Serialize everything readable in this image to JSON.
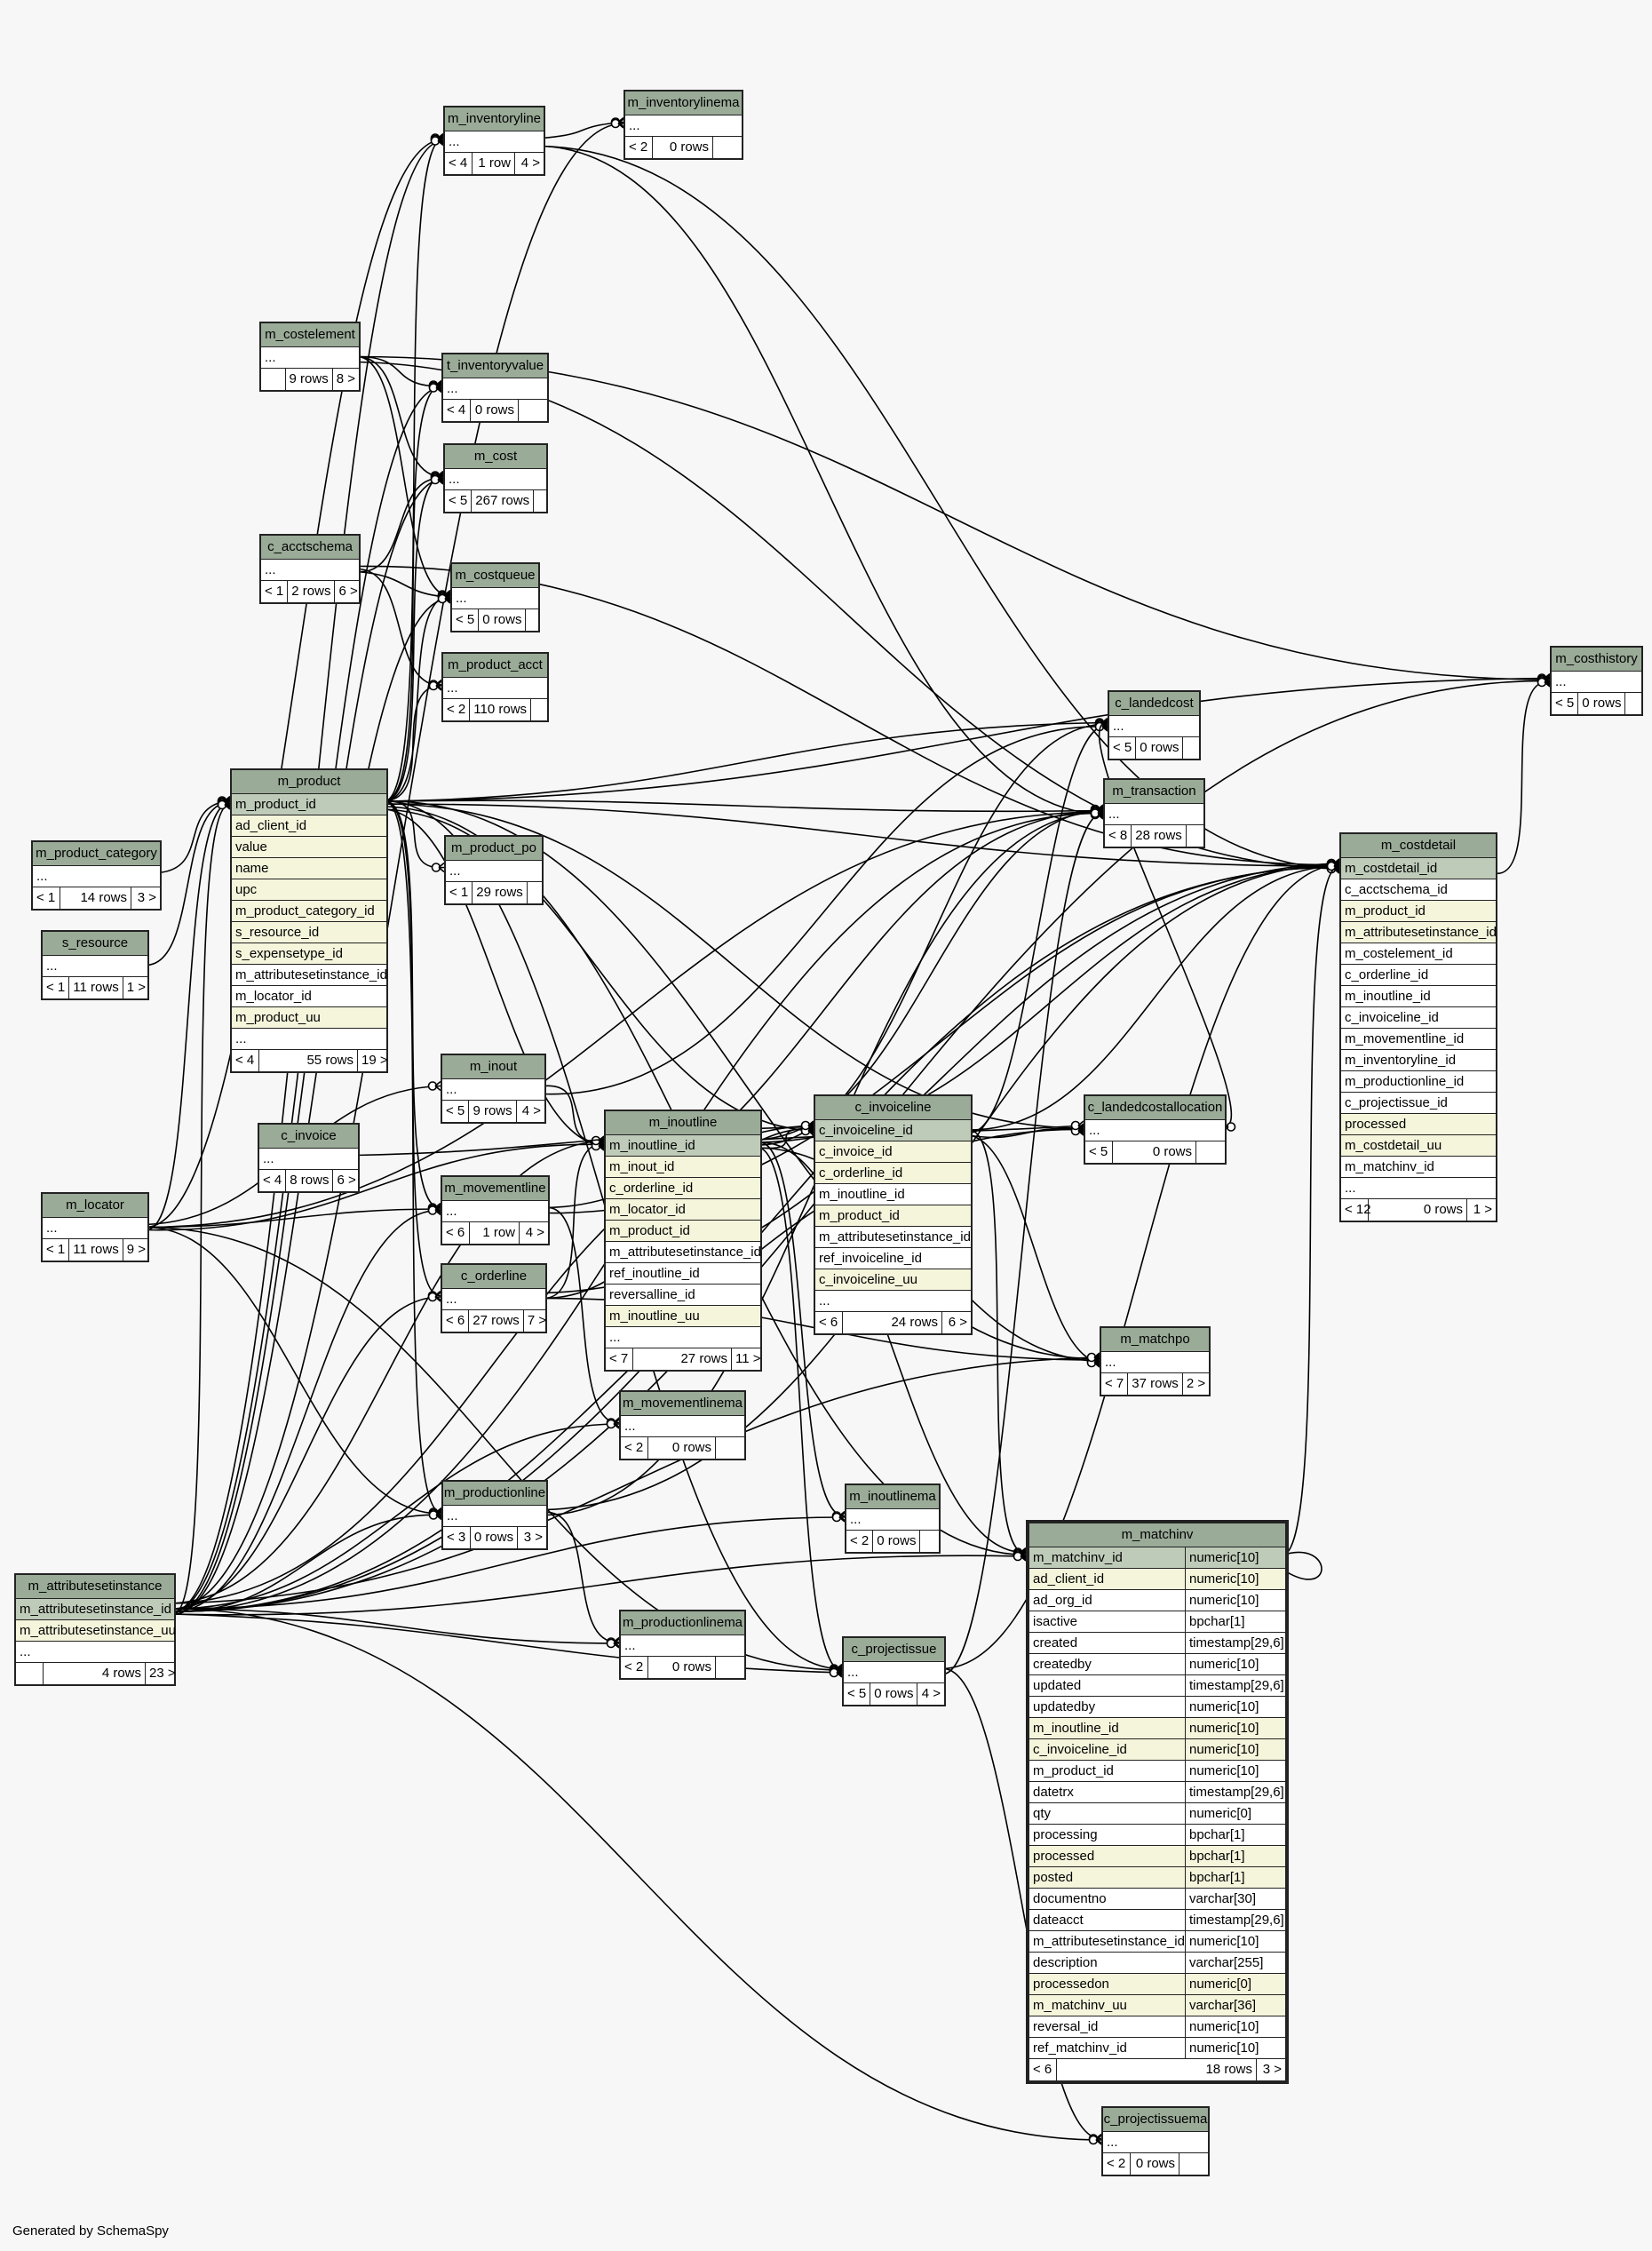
{
  "footer_text": "Generated by SchemaSpy",
  "line_color": "#000000",
  "colors": {
    "header": "#9aab98",
    "primary_key": "#bfcbb9",
    "indexed": "#f5f5dc",
    "background": "#f7f7f7"
  },
  "tables": [
    {
      "id": "m_inventoryline",
      "name": "m_inventoryline",
      "columns": [
        {
          "n": "...",
          "k": ""
        }
      ],
      "prev": "< 4",
      "rows": "1 row",
      "next": "4 >"
    },
    {
      "id": "m_inventorylinema",
      "name": "m_inventorylinema",
      "columns": [
        {
          "n": "...",
          "k": ""
        }
      ],
      "prev": "< 2",
      "rows": "0 rows",
      "next": ""
    },
    {
      "id": "m_costelement",
      "name": "m_costelement",
      "columns": [
        {
          "n": "...",
          "k": ""
        }
      ],
      "prev": "",
      "rows": "9 rows",
      "next": "8 >"
    },
    {
      "id": "t_inventoryvalue",
      "name": "t_inventoryvalue",
      "columns": [
        {
          "n": "...",
          "k": ""
        }
      ],
      "prev": "< 4",
      "rows": "0 rows",
      "next": ""
    },
    {
      "id": "m_cost",
      "name": "m_cost",
      "columns": [
        {
          "n": "...",
          "k": ""
        }
      ],
      "prev": "< 5",
      "rows": "267 rows",
      "next": ""
    },
    {
      "id": "c_acctschema",
      "name": "c_acctschema",
      "columns": [
        {
          "n": "...",
          "k": ""
        }
      ],
      "prev": "< 1",
      "rows": "2 rows",
      "next": "6 >"
    },
    {
      "id": "m_costqueue",
      "name": "m_costqueue",
      "columns": [
        {
          "n": "...",
          "k": ""
        }
      ],
      "prev": "< 5",
      "rows": "0 rows",
      "next": ""
    },
    {
      "id": "m_product_acct",
      "name": "m_product_acct",
      "columns": [
        {
          "n": "...",
          "k": ""
        }
      ],
      "prev": "< 2",
      "rows": "110 rows",
      "next": ""
    },
    {
      "id": "m_costhistory",
      "name": "m_costhistory",
      "columns": [
        {
          "n": "...",
          "k": ""
        }
      ],
      "prev": "< 5",
      "rows": "0 rows",
      "next": ""
    },
    {
      "id": "c_landedcost",
      "name": "c_landedcost",
      "columns": [
        {
          "n": "...",
          "k": ""
        }
      ],
      "prev": "< 5",
      "rows": "0 rows",
      "next": ""
    },
    {
      "id": "m_product",
      "name": "m_product",
      "columns": [
        {
          "n": "m_product_id",
          "k": "pk"
        },
        {
          "n": "ad_client_id",
          "k": "ix"
        },
        {
          "n": "value",
          "k": "ix"
        },
        {
          "n": "name",
          "k": "ix"
        },
        {
          "n": "upc",
          "k": "ix"
        },
        {
          "n": "m_product_category_id",
          "k": "ix"
        },
        {
          "n": "s_resource_id",
          "k": "ix"
        },
        {
          "n": "s_expensetype_id",
          "k": "ix"
        },
        {
          "n": "m_attributesetinstance_id",
          "k": ""
        },
        {
          "n": "m_locator_id",
          "k": ""
        },
        {
          "n": "m_product_uu",
          "k": "ix"
        },
        {
          "n": "...",
          "k": ""
        }
      ],
      "prev": "< 4",
      "rows": "55 rows",
      "next": "19 >"
    },
    {
      "id": "m_transaction",
      "name": "m_transaction",
      "columns": [
        {
          "n": "...",
          "k": ""
        }
      ],
      "prev": "< 8",
      "rows": "28 rows",
      "next": ""
    },
    {
      "id": "m_product_category",
      "name": "m_product_category",
      "columns": [
        {
          "n": "...",
          "k": ""
        }
      ],
      "prev": "< 1",
      "rows": "14 rows",
      "next": "3 >"
    },
    {
      "id": "m_product_po",
      "name": "m_product_po",
      "columns": [
        {
          "n": "...",
          "k": ""
        }
      ],
      "prev": "< 1",
      "rows": "29 rows",
      "next": ""
    },
    {
      "id": "m_costdetail",
      "name": "m_costdetail",
      "columns": [
        {
          "n": "m_costdetail_id",
          "k": "pk"
        },
        {
          "n": "c_acctschema_id",
          "k": ""
        },
        {
          "n": "m_product_id",
          "k": "ix"
        },
        {
          "n": "m_attributesetinstance_id",
          "k": "ix"
        },
        {
          "n": "m_costelement_id",
          "k": ""
        },
        {
          "n": "c_orderline_id",
          "k": ""
        },
        {
          "n": "m_inoutline_id",
          "k": ""
        },
        {
          "n": "c_invoiceline_id",
          "k": ""
        },
        {
          "n": "m_movementline_id",
          "k": ""
        },
        {
          "n": "m_inventoryline_id",
          "k": ""
        },
        {
          "n": "m_productionline_id",
          "k": ""
        },
        {
          "n": "c_projectissue_id",
          "k": ""
        },
        {
          "n": "processed",
          "k": "ix"
        },
        {
          "n": "m_costdetail_uu",
          "k": "ix"
        },
        {
          "n": "m_matchinv_id",
          "k": ""
        },
        {
          "n": "...",
          "k": ""
        }
      ],
      "prev": "< 12",
      "rows": "0 rows",
      "next": "1 >"
    },
    {
      "id": "s_resource",
      "name": "s_resource",
      "columns": [
        {
          "n": "...",
          "k": ""
        }
      ],
      "prev": "< 1",
      "rows": "11 rows",
      "next": "1 >"
    },
    {
      "id": "m_inout",
      "name": "m_inout",
      "columns": [
        {
          "n": "...",
          "k": ""
        }
      ],
      "prev": "< 5",
      "rows": "9 rows",
      "next": "4 >"
    },
    {
      "id": "m_inoutline",
      "name": "m_inoutline",
      "columns": [
        {
          "n": "m_inoutline_id",
          "k": "pk"
        },
        {
          "n": "m_inout_id",
          "k": "ix"
        },
        {
          "n": "c_orderline_id",
          "k": "ix"
        },
        {
          "n": "m_locator_id",
          "k": "ix"
        },
        {
          "n": "m_product_id",
          "k": "ix"
        },
        {
          "n": "m_attributesetinstance_id",
          "k": ""
        },
        {
          "n": "ref_inoutline_id",
          "k": ""
        },
        {
          "n": "reversalline_id",
          "k": ""
        },
        {
          "n": "m_inoutline_uu",
          "k": "ix"
        },
        {
          "n": "...",
          "k": ""
        }
      ],
      "prev": "< 7",
      "rows": "27 rows",
      "next": "11 >"
    },
    {
      "id": "c_invoiceline",
      "name": "c_invoiceline",
      "columns": [
        {
          "n": "c_invoiceline_id",
          "k": "pk"
        },
        {
          "n": "c_invoice_id",
          "k": "ix"
        },
        {
          "n": "c_orderline_id",
          "k": "ix"
        },
        {
          "n": "m_inoutline_id",
          "k": ""
        },
        {
          "n": "m_product_id",
          "k": "ix"
        },
        {
          "n": "m_attributesetinstance_id",
          "k": ""
        },
        {
          "n": "ref_invoiceline_id",
          "k": ""
        },
        {
          "n": "c_invoiceline_uu",
          "k": "ix"
        },
        {
          "n": "...",
          "k": ""
        }
      ],
      "prev": "< 6",
      "rows": "24 rows",
      "next": "6 >"
    },
    {
      "id": "c_landedcostallocation",
      "name": "c_landedcostallocation",
      "columns": [
        {
          "n": "...",
          "k": ""
        }
      ],
      "prev": "< 5",
      "rows": "0 rows",
      "next": ""
    },
    {
      "id": "c_invoice",
      "name": "c_invoice",
      "columns": [
        {
          "n": "...",
          "k": ""
        }
      ],
      "prev": "< 4",
      "rows": "8 rows",
      "next": "6 >"
    },
    {
      "id": "m_locator",
      "name": "m_locator",
      "columns": [
        {
          "n": "...",
          "k": ""
        }
      ],
      "prev": "< 1",
      "rows": "11 rows",
      "next": "9 >"
    },
    {
      "id": "m_movementline",
      "name": "m_movementline",
      "columns": [
        {
          "n": "...",
          "k": ""
        }
      ],
      "prev": "< 6",
      "rows": "1 row",
      "next": "4 >"
    },
    {
      "id": "c_orderline",
      "name": "c_orderline",
      "columns": [
        {
          "n": "...",
          "k": ""
        }
      ],
      "prev": "< 6",
      "rows": "27 rows",
      "next": "7 >"
    },
    {
      "id": "m_matchpo",
      "name": "m_matchpo",
      "columns": [
        {
          "n": "...",
          "k": ""
        }
      ],
      "prev": "< 7",
      "rows": "37 rows",
      "next": "2 >"
    },
    {
      "id": "m_movementlinema",
      "name": "m_movementlinema",
      "columns": [
        {
          "n": "...",
          "k": ""
        }
      ],
      "prev": "< 2",
      "rows": "0 rows",
      "next": ""
    },
    {
      "id": "m_inoutlinema",
      "name": "m_inoutlinema",
      "columns": [
        {
          "n": "...",
          "k": ""
        }
      ],
      "prev": "< 2",
      "rows": "0 rows",
      "next": ""
    },
    {
      "id": "m_productionline",
      "name": "m_productionline",
      "columns": [
        {
          "n": "...",
          "k": ""
        }
      ],
      "prev": "< 3",
      "rows": "0 rows",
      "next": "3 >"
    },
    {
      "id": "m_attributesetinstance",
      "name": "m_attributesetinstance",
      "columns": [
        {
          "n": "m_attributesetinstance_id",
          "k": "pk"
        },
        {
          "n": "m_attributesetinstance_uu",
          "k": "ix"
        },
        {
          "n": "...",
          "k": ""
        }
      ],
      "prev": "",
      "rows": "4 rows",
      "next": "23 >"
    },
    {
      "id": "m_productionlinema",
      "name": "m_productionlinema",
      "columns": [
        {
          "n": "...",
          "k": ""
        }
      ],
      "prev": "< 2",
      "rows": "0 rows",
      "next": ""
    },
    {
      "id": "c_projectissue",
      "name": "c_projectissue",
      "columns": [
        {
          "n": "...",
          "k": ""
        }
      ],
      "prev": "< 5",
      "rows": "0 rows",
      "next": "4 >"
    },
    {
      "id": "m_matchinv",
      "name": "m_matchinv",
      "columns": [
        {
          "n": "m_matchinv_id",
          "t": "numeric[10]",
          "k": "pk"
        },
        {
          "n": "ad_client_id",
          "t": "numeric[10]",
          "k": "ix"
        },
        {
          "n": "ad_org_id",
          "t": "numeric[10]",
          "k": ""
        },
        {
          "n": "isactive",
          "t": "bpchar[1]",
          "k": ""
        },
        {
          "n": "created",
          "t": "timestamp[29,6]",
          "k": ""
        },
        {
          "n": "createdby",
          "t": "numeric[10]",
          "k": ""
        },
        {
          "n": "updated",
          "t": "timestamp[29,6]",
          "k": ""
        },
        {
          "n": "updatedby",
          "t": "numeric[10]",
          "k": ""
        },
        {
          "n": "m_inoutline_id",
          "t": "numeric[10]",
          "k": "ix"
        },
        {
          "n": "c_invoiceline_id",
          "t": "numeric[10]",
          "k": "ix"
        },
        {
          "n": "m_product_id",
          "t": "numeric[10]",
          "k": ""
        },
        {
          "n": "datetrx",
          "t": "timestamp[29,6]",
          "k": ""
        },
        {
          "n": "qty",
          "t": "numeric[0]",
          "k": ""
        },
        {
          "n": "processing",
          "t": "bpchar[1]",
          "k": ""
        },
        {
          "n": "processed",
          "t": "bpchar[1]",
          "k": "ix"
        },
        {
          "n": "posted",
          "t": "bpchar[1]",
          "k": "ix"
        },
        {
          "n": "documentno",
          "t": "varchar[30]",
          "k": ""
        },
        {
          "n": "dateacct",
          "t": "timestamp[29,6]",
          "k": ""
        },
        {
          "n": "m_attributesetinstance_id",
          "t": "numeric[10]",
          "k": ""
        },
        {
          "n": "description",
          "t": "varchar[255]",
          "k": ""
        },
        {
          "n": "processedon",
          "t": "numeric[0]",
          "k": "ix"
        },
        {
          "n": "m_matchinv_uu",
          "t": "varchar[36]",
          "k": "ix"
        },
        {
          "n": "reversal_id",
          "t": "numeric[10]",
          "k": ""
        },
        {
          "n": "ref_matchinv_id",
          "t": "numeric[10]",
          "k": ""
        }
      ],
      "prev": "< 6",
      "rows": "18 rows",
      "next": "3 >"
    },
    {
      "id": "c_projectissuema",
      "name": "c_projectissuema",
      "columns": [
        {
          "n": "...",
          "k": ""
        }
      ],
      "prev": "< 2",
      "rows": "0 rows",
      "next": ""
    }
  ],
  "relationships": [
    [
      "m_product",
      "m_inventoryline"
    ],
    [
      "m_locator",
      "m_inventoryline"
    ],
    [
      "m_attributesetinstance",
      "m_inventoryline"
    ],
    [
      "m_inventoryline",
      "m_inventorylinema"
    ],
    [
      "m_attributesetinstance",
      "m_inventorylinema"
    ],
    [
      "m_product",
      "t_inventoryvalue"
    ],
    [
      "m_costelement",
      "t_inventoryvalue"
    ],
    [
      "m_attributesetinstance",
      "t_inventoryvalue"
    ],
    [
      "m_product",
      "m_cost"
    ],
    [
      "m_costelement",
      "m_cost"
    ],
    [
      "c_acctschema",
      "m_cost"
    ],
    [
      "m_attributesetinstance",
      "m_cost"
    ],
    [
      "m_product",
      "m_costqueue"
    ],
    [
      "m_costelement",
      "m_costqueue"
    ],
    [
      "c_acctschema",
      "m_costqueue"
    ],
    [
      "m_attributesetinstance",
      "m_costqueue"
    ],
    [
      "m_product",
      "m_product_acct"
    ],
    [
      "c_acctschema",
      "m_product_acct"
    ],
    [
      "m_product",
      "m_costhistory"
    ],
    [
      "m_costelement",
      "m_costhistory"
    ],
    [
      "m_attributesetinstance",
      "m_costhistory"
    ],
    [
      "m_costdetail",
      "m_costhistory"
    ],
    [
      "m_product",
      "c_landedcost"
    ],
    [
      "m_inoutline",
      "c_landedcost"
    ],
    [
      "c_invoiceline",
      "c_landedcost"
    ],
    [
      "m_inout",
      "c_landedcost"
    ],
    [
      "m_product",
      "m_transaction"
    ],
    [
      "m_locator",
      "m_transaction"
    ],
    [
      "m_attributesetinstance",
      "m_transaction"
    ],
    [
      "m_inventoryline",
      "m_transaction"
    ],
    [
      "m_inoutline",
      "m_transaction"
    ],
    [
      "m_movementline",
      "m_transaction"
    ],
    [
      "m_productionline",
      "m_transaction"
    ],
    [
      "c_projectissue",
      "m_transaction"
    ],
    [
      "m_product_category",
      "m_product"
    ],
    [
      "s_resource",
      "m_product"
    ],
    [
      "m_locator",
      "m_product"
    ],
    [
      "m_attributesetinstance",
      "m_product"
    ],
    [
      "m_product",
      "m_product_po"
    ],
    [
      "c_acctschema",
      "m_costdetail"
    ],
    [
      "m_product",
      "m_costdetail"
    ],
    [
      "m_attributesetinstance",
      "m_costdetail"
    ],
    [
      "m_costelement",
      "m_costdetail"
    ],
    [
      "c_orderline",
      "m_costdetail"
    ],
    [
      "m_inoutline",
      "m_costdetail"
    ],
    [
      "c_invoiceline",
      "m_costdetail"
    ],
    [
      "m_movementline",
      "m_costdetail"
    ],
    [
      "m_inventoryline",
      "m_costdetail"
    ],
    [
      "m_productionline",
      "m_costdetail"
    ],
    [
      "c_projectissue",
      "m_costdetail"
    ],
    [
      "m_matchinv",
      "m_costdetail"
    ],
    [
      "m_locator",
      "m_inout"
    ],
    [
      "m_inout",
      "m_inoutline"
    ],
    [
      "c_orderline",
      "m_inoutline"
    ],
    [
      "m_locator",
      "m_inoutline"
    ],
    [
      "m_product",
      "m_inoutline"
    ],
    [
      "m_attributesetinstance",
      "m_inoutline"
    ],
    [
      "c_invoice",
      "c_invoiceline"
    ],
    [
      "c_orderline",
      "c_invoiceline"
    ],
    [
      "m_inoutline",
      "c_invoiceline"
    ],
    [
      "m_product",
      "c_invoiceline"
    ],
    [
      "m_attributesetinstance",
      "c_invoiceline"
    ],
    [
      "c_landedcost",
      "c_landedcostallocation"
    ],
    [
      "m_product",
      "c_landedcostallocation"
    ],
    [
      "m_attributesetinstance",
      "c_landedcostallocation"
    ],
    [
      "c_invoiceline",
      "c_landedcostallocation"
    ],
    [
      "m_inoutline",
      "c_landedcostallocation"
    ],
    [
      "m_product",
      "m_movementline"
    ],
    [
      "m_locator",
      "m_movementline"
    ],
    [
      "m_attributesetinstance",
      "m_movementline"
    ],
    [
      "m_product",
      "c_orderline"
    ],
    [
      "m_attributesetinstance",
      "c_orderline"
    ],
    [
      "m_product",
      "m_matchpo"
    ],
    [
      "c_orderline",
      "m_matchpo"
    ],
    [
      "m_inoutline",
      "m_matchpo"
    ],
    [
      "c_invoiceline",
      "m_matchpo"
    ],
    [
      "m_attributesetinstance",
      "m_matchpo"
    ],
    [
      "m_movementline",
      "m_movementlinema"
    ],
    [
      "m_attributesetinstance",
      "m_movementlinema"
    ],
    [
      "m_inoutline",
      "m_inoutlinema"
    ],
    [
      "m_attributesetinstance",
      "m_inoutlinema"
    ],
    [
      "m_product",
      "m_productionline"
    ],
    [
      "m_locator",
      "m_productionline"
    ],
    [
      "m_attributesetinstance",
      "m_productionline"
    ],
    [
      "m_productionline",
      "m_productionlinema"
    ],
    [
      "m_attributesetinstance",
      "m_productionlinema"
    ],
    [
      "m_product",
      "c_projectissue"
    ],
    [
      "m_locator",
      "c_projectissue"
    ],
    [
      "m_inoutline",
      "c_projectissue"
    ],
    [
      "m_attributesetinstance",
      "c_projectissue"
    ],
    [
      "m_inoutline",
      "m_matchinv"
    ],
    [
      "c_invoiceline",
      "m_matchinv"
    ],
    [
      "m_product",
      "m_matchinv"
    ],
    [
      "m_attributesetinstance",
      "m_matchinv"
    ],
    [
      "m_matchinv",
      "m_matchinv"
    ],
    [
      "c_projectissue",
      "c_projectissuema"
    ],
    [
      "m_attributesetinstance",
      "c_projectissuema"
    ]
  ]
}
